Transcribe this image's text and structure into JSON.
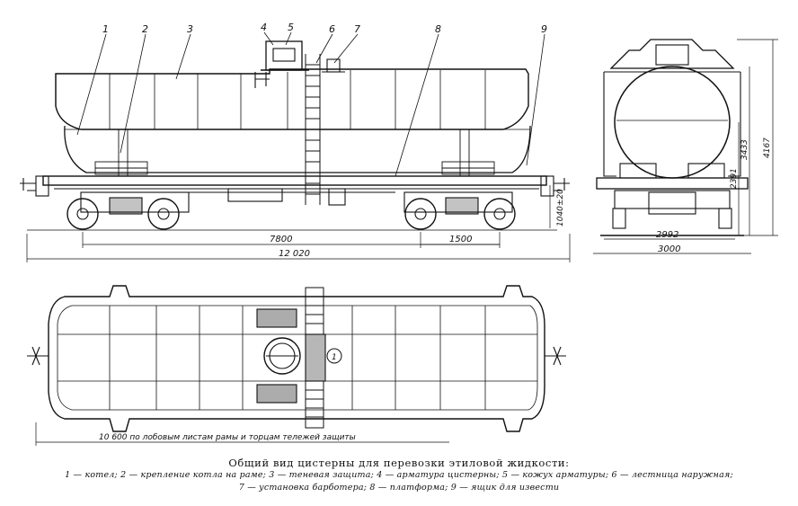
{
  "callouts": [
    "1",
    "2",
    "3",
    "4",
    "5",
    "6",
    "7",
    "8",
    "9"
  ],
  "plan_marker": "1",
  "dimensions": {
    "base": "7800",
    "bogie": "1500",
    "overall": "12 020",
    "coupler_h": "1040±20",
    "boiler_length": "10 600 по лобовым листам рамы и торцам тележей защиты",
    "front_w1": "2992",
    "front_w2": "3000",
    "h_total": "4167",
    "h_mid": "3433",
    "h_low": "2391"
  },
  "caption": {
    "title": "Общий вид цистерны для перевозки этиловой жидкости:",
    "line1": "1 — котел; 2 — крепление котла на раме; 3 — теневая защита; 4 — арматура цистерны; 5 — кожух арматуры; 6 — лестница наружная;",
    "line2": "7 — установка барботера; 8 — платформа; 9 — ящик для извести"
  }
}
